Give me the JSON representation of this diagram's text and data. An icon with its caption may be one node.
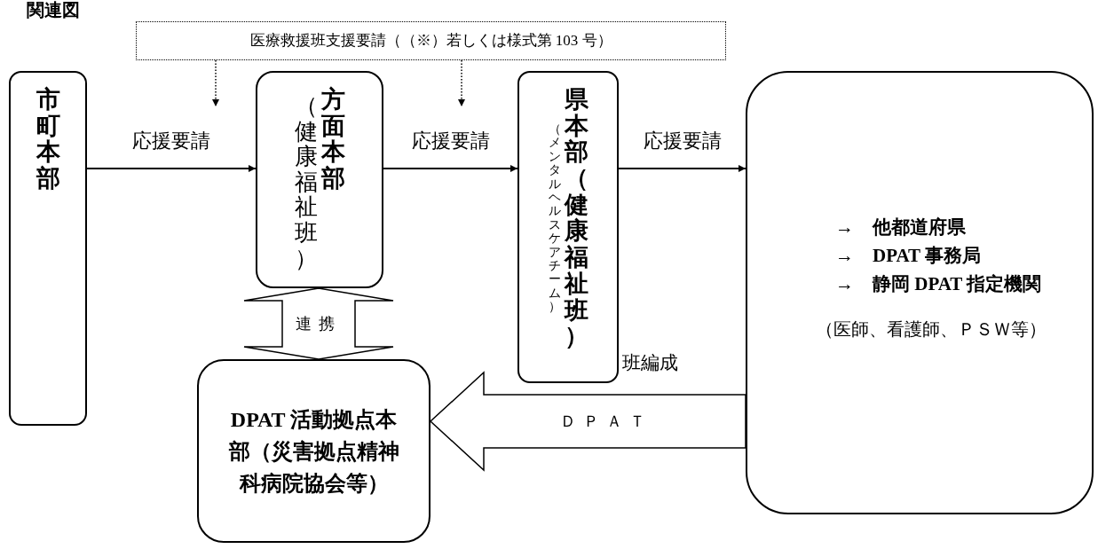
{
  "diagram": {
    "title": "関連図",
    "nodes": [
      {
        "text": [
          "医療救援班支援要請（（※）若しくは様式第 103 号）"
        ]
      },
      {
        "text": [
          "市町本部"
        ]
      },
      {
        "text": [
          "（健康福祉班）",
          "方面本部"
        ]
      },
      {
        "text": [
          "（メンタルヘルスケアチーム）",
          "県本部（健康福祉班）"
        ],
        "beside": [
          "班編成"
        ]
      },
      {
        "text": [
          "→　他都道府県",
          "→　DPAT 事務局",
          "→　静岡 DPAT 指定機関",
          "（医師、看護師、ＰＳＷ等）"
        ]
      },
      {
        "text": [
          "DPAT 活動拠点本部（災害拠点精神科病院協会等）"
        ]
      }
    ],
    "edges": [
      {
        "from": 1,
        "to": 2,
        "arrow": "to",
        "label": "応援要請"
      },
      {
        "from": 2,
        "to": 3,
        "arrow": "to",
        "label": "応援要請"
      },
      {
        "from": 3,
        "to": 4,
        "arrow": "to",
        "label": "応援要請"
      },
      {
        "from": 0,
        "to": null,
        "arrow": "to",
        "style": "dashed"
      },
      {
        "from": 0,
        "to": null,
        "arrow": "to",
        "style": "dashed"
      },
      {
        "from": 2,
        "to": 5,
        "arrow": "both",
        "label": "連携",
        "style": "thick"
      },
      {
        "from": 4,
        "to": 5,
        "arrow": "to",
        "label": "ＤＰＡＴ",
        "style": "thick"
      }
    ]
  }
}
